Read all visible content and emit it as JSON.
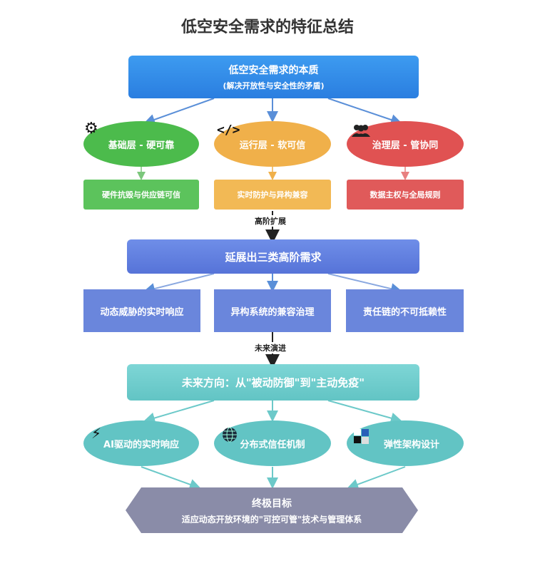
{
  "title": "低空安全需求的特征总结",
  "essence": {
    "title": "低空安全需求的本质",
    "subtitle": "(解决开放性与安全性的矛盾)"
  },
  "layers": [
    {
      "name": "基础层 - 硬可靠",
      "detail": "硬件抗毁与供应链可信",
      "icon": "gear-icon",
      "color": "#4cbb4c"
    },
    {
      "name": "运行层 - 软可信",
      "detail": "实时防护与异构兼容",
      "icon": "code-icon",
      "color": "#f0b04a"
    },
    {
      "name": "治理层 - 管协同",
      "detail": "数据主权与全局规则",
      "icon": "people-icon",
      "color": "#e05252"
    }
  ],
  "arrow_label_1": "高阶扩展",
  "extended": {
    "title": "延展出三类高阶需求"
  },
  "needs": [
    "动态威胁的实时响应",
    "异构系统的兼容治理",
    "责任链的不可抵赖性"
  ],
  "arrow_label_2": "未来演进",
  "future": {
    "title": "未来方向：从\"被动防御\"到\"主动免疫\""
  },
  "future_items": [
    {
      "label": "AI驱动的实时响应",
      "icon": "lightning-icon"
    },
    {
      "label": "分布式信任机制",
      "icon": "globe-icon"
    },
    {
      "label": "弹性架构设计",
      "icon": "blocks-icon"
    }
  ],
  "goal": {
    "title": "终极目标",
    "subtitle": "适应动态开放环境的\"可控可管\"技术与管理体系"
  }
}
